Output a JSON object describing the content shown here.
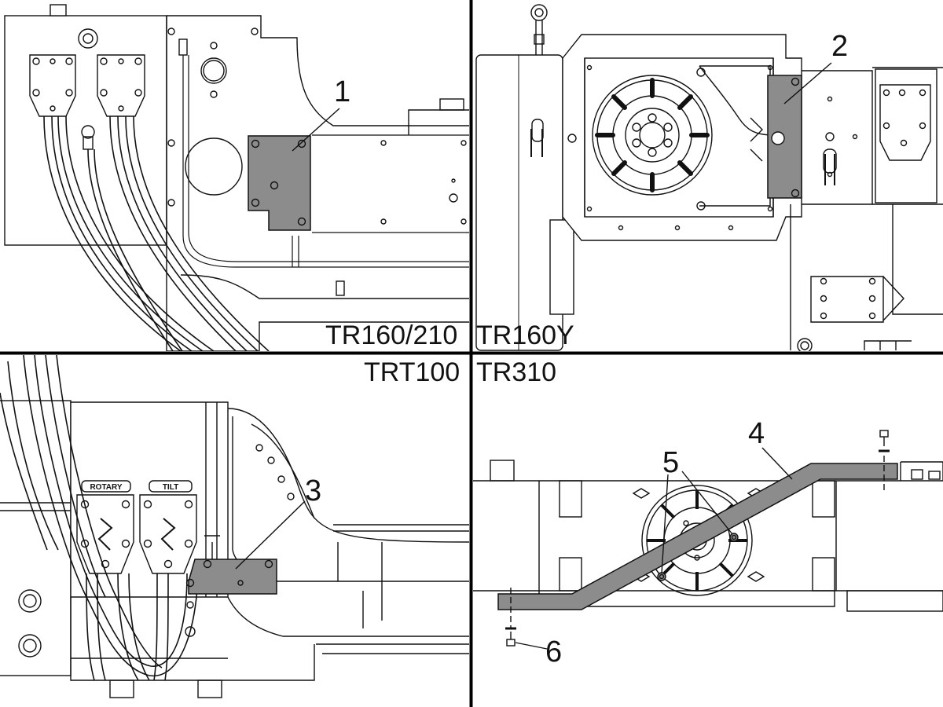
{
  "quadrants": {
    "top_left": {
      "model": "TR160/210"
    },
    "top_right": {
      "model": "TR160Y"
    },
    "bottom_left": {
      "model": "TRT100"
    },
    "bottom_right": {
      "model": "TR310"
    }
  },
  "callouts": [
    "1",
    "2",
    "3",
    "4",
    "5",
    "6"
  ],
  "connector_labels": {
    "rotary": "ROTARY",
    "tilt": "TILT"
  },
  "colors": {
    "line": "#111111",
    "part_fill": "#8c8c8c",
    "background": "#ffffff"
  }
}
